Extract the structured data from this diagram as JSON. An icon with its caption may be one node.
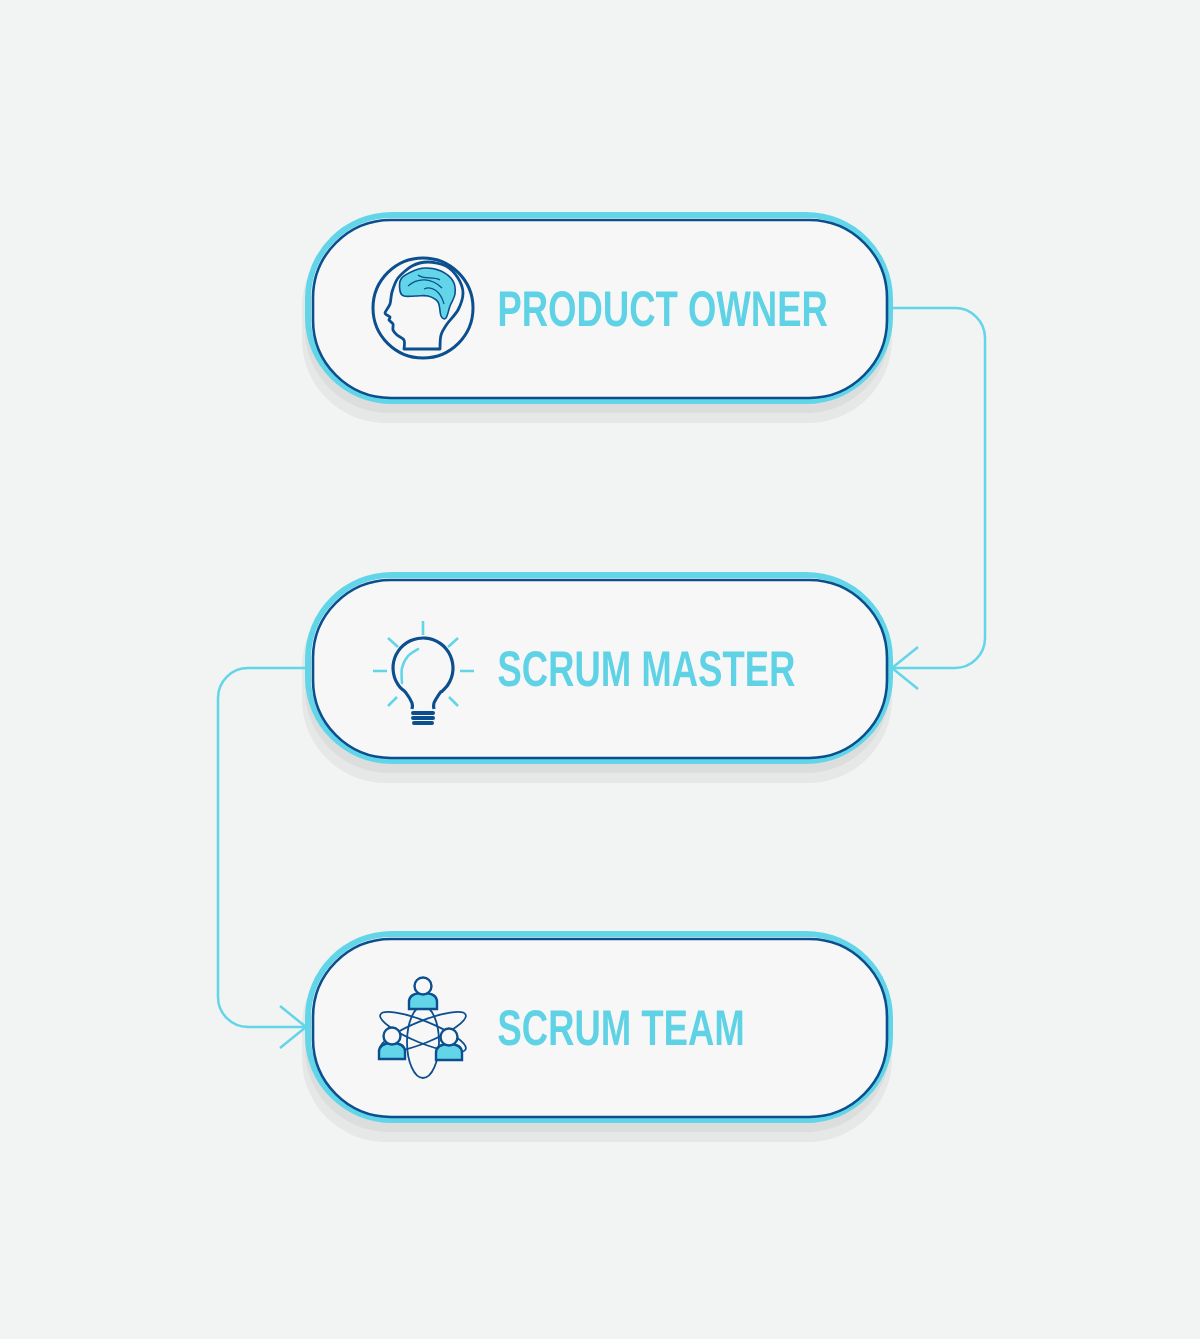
{
  "diagram": {
    "nodes": [
      {
        "text": [
          "PRODUCT OWNER"
        ]
      },
      {
        "text": [
          "SCRUM MASTER"
        ]
      },
      {
        "text": [
          "SCRUM TEAM"
        ]
      }
    ],
    "edges": [
      {
        "from": 0,
        "to": 1,
        "arrow": "to"
      },
      {
        "from": 1,
        "to": 2,
        "arrow": "to"
      }
    ]
  }
}
